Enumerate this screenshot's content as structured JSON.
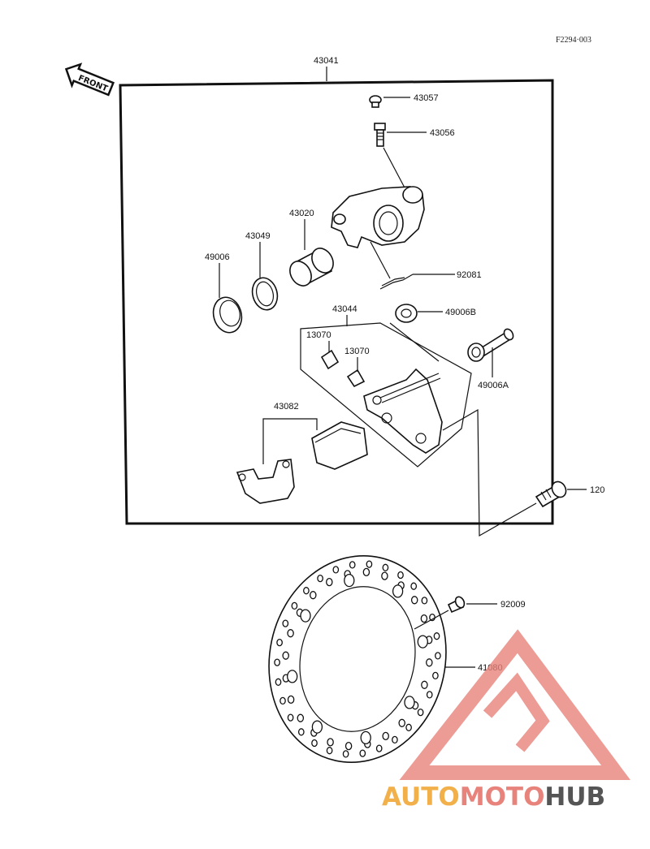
{
  "figure_code": "F2294·003",
  "front_label": "FRONT",
  "parts": {
    "p43041": "43041",
    "p43057": "43057",
    "p43056": "43056",
    "p43020": "43020",
    "p43049": "43049",
    "p49006": "49006",
    "p92081": "92081",
    "p43044": "43044",
    "p49006B": "49006B",
    "p13070a": "13070",
    "p13070b": "13070",
    "p49006A": "49006A",
    "p43082": "43082",
    "p120": "120",
    "p92009": "92009",
    "p41080": "41080"
  },
  "watermark": {
    "part1": "AUTO",
    "part2": "MOTO",
    "part3": "HUB",
    "color1": "#f2b04a",
    "color2": "#e8837b",
    "color3": "#555555",
    "logo_color": "#e8837b"
  }
}
